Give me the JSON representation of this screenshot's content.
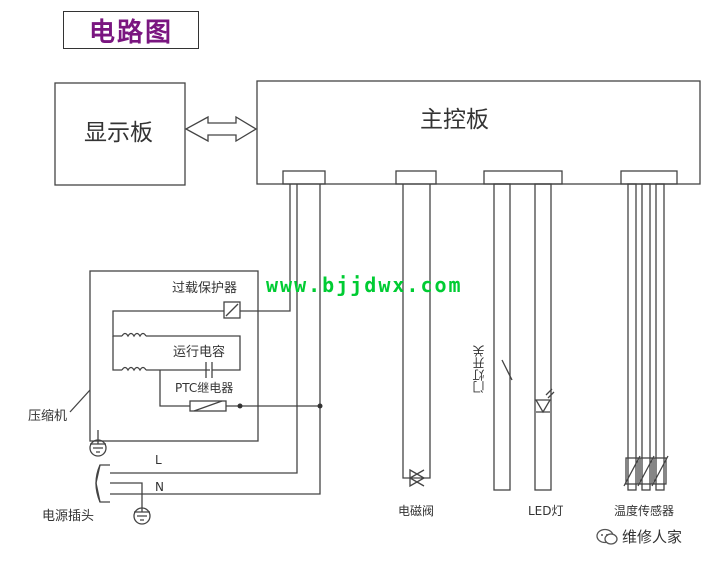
{
  "title": "电路图",
  "watermark": "www.bjjdwx.com",
  "blocks": {
    "display_board": "显示板",
    "main_board": "主控板"
  },
  "components": {
    "overload_protector": "过载保护器",
    "run_capacitor": "运行电容",
    "ptc_relay": "PTC继电器",
    "compressor": "压缩机",
    "power_plug": "电源插头",
    "line_L": "L",
    "line_N": "N",
    "solenoid_valve": "电磁阀",
    "door_switch": "门灯开关",
    "led_lamp": "LED灯",
    "temp_sensor": "温度传感器"
  },
  "brand": {
    "wechat_icon": "wechat-icon",
    "name": "维修人家"
  },
  "colors": {
    "title": "#7a1680",
    "watermark": "#00cc33",
    "line": "#333333"
  }
}
